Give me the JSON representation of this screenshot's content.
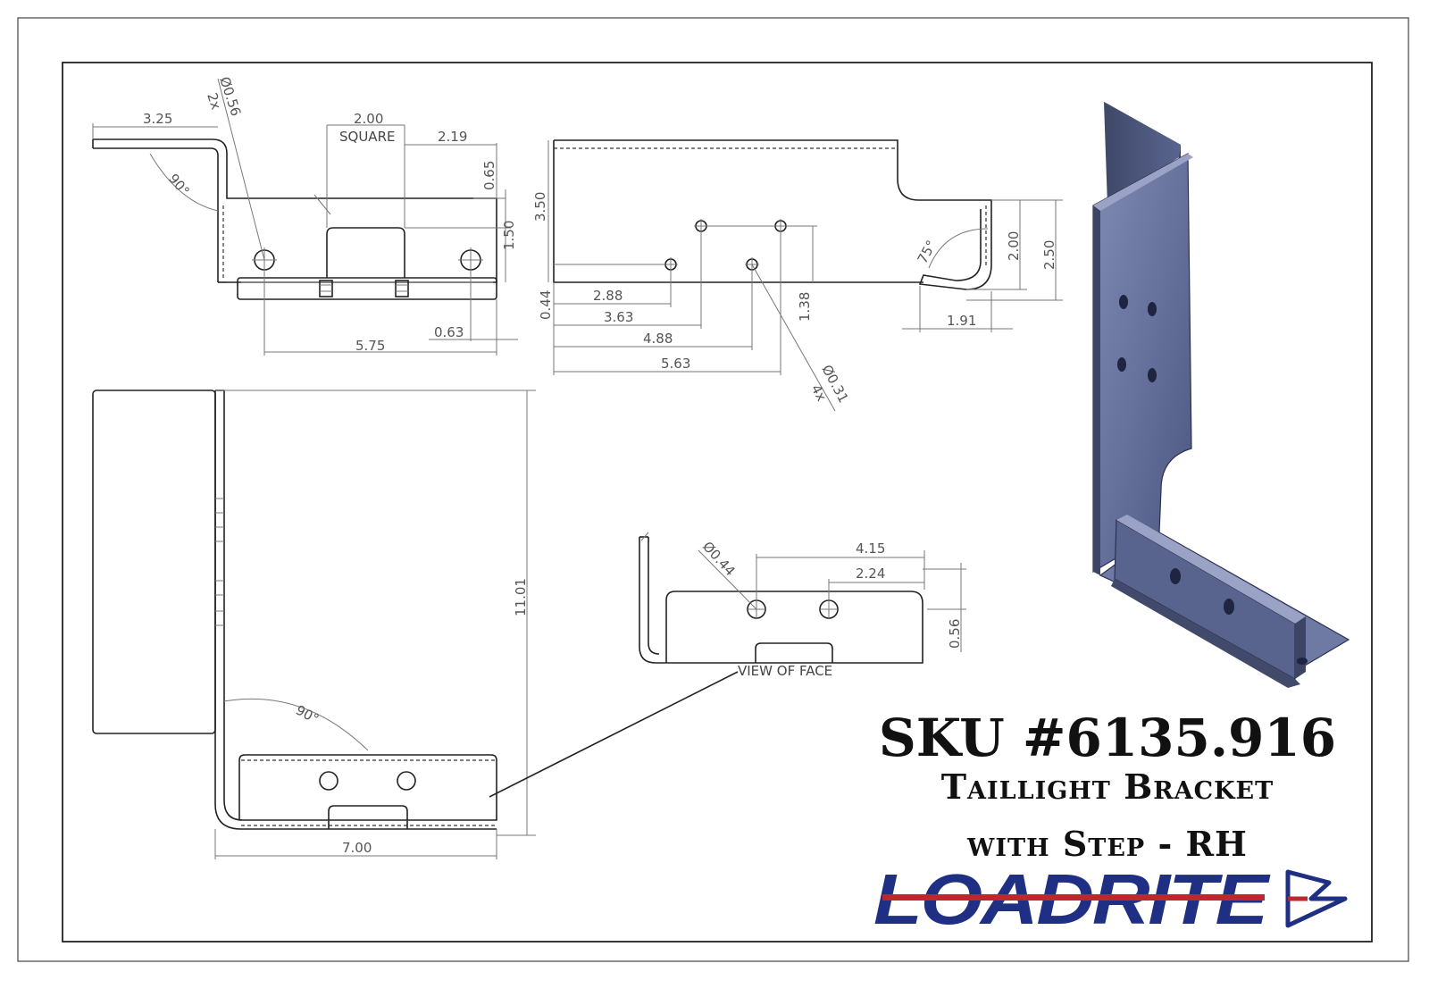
{
  "title": {
    "sku": "SKU #6135.916",
    "line1": "Taillight Bracket",
    "line2": "with Step - RH"
  },
  "logo": {
    "text": "LOADRITE",
    "colors": {
      "primary": "#1f2f84",
      "stripe": "#c0262d"
    }
  },
  "views": {
    "top": {
      "dims": {
        "d325": "3.25",
        "dia056": "Ø0.56",
        "qty2x": "2x",
        "d200": "2.00",
        "square": "SQUARE",
        "d219": "2.19",
        "d065": "0.65",
        "d150": "1.50",
        "ang90": "90°",
        "d575": "5.75",
        "d063": "0.63"
      }
    },
    "side": {
      "dims": {
        "d350": "3.50",
        "d044": "0.44",
        "d288": "2.88",
        "d363": "3.63",
        "d488": "4.88",
        "d563": "5.63",
        "d138": "1.38",
        "dia031": "Ø0.31",
        "qty4x": "4x",
        "ang75": "75°",
        "d200": "2.00",
        "d250": "2.50",
        "d191": "1.91"
      }
    },
    "front": {
      "dims": {
        "d1101": "11.01",
        "d700": "7.00",
        "ang90": "90°"
      }
    },
    "face": {
      "label": "VIEW OF FACE",
      "dims": {
        "dia044": "Ø0.44",
        "d415": "4.15",
        "d224": "2.24",
        "d056": "0.56"
      }
    }
  }
}
